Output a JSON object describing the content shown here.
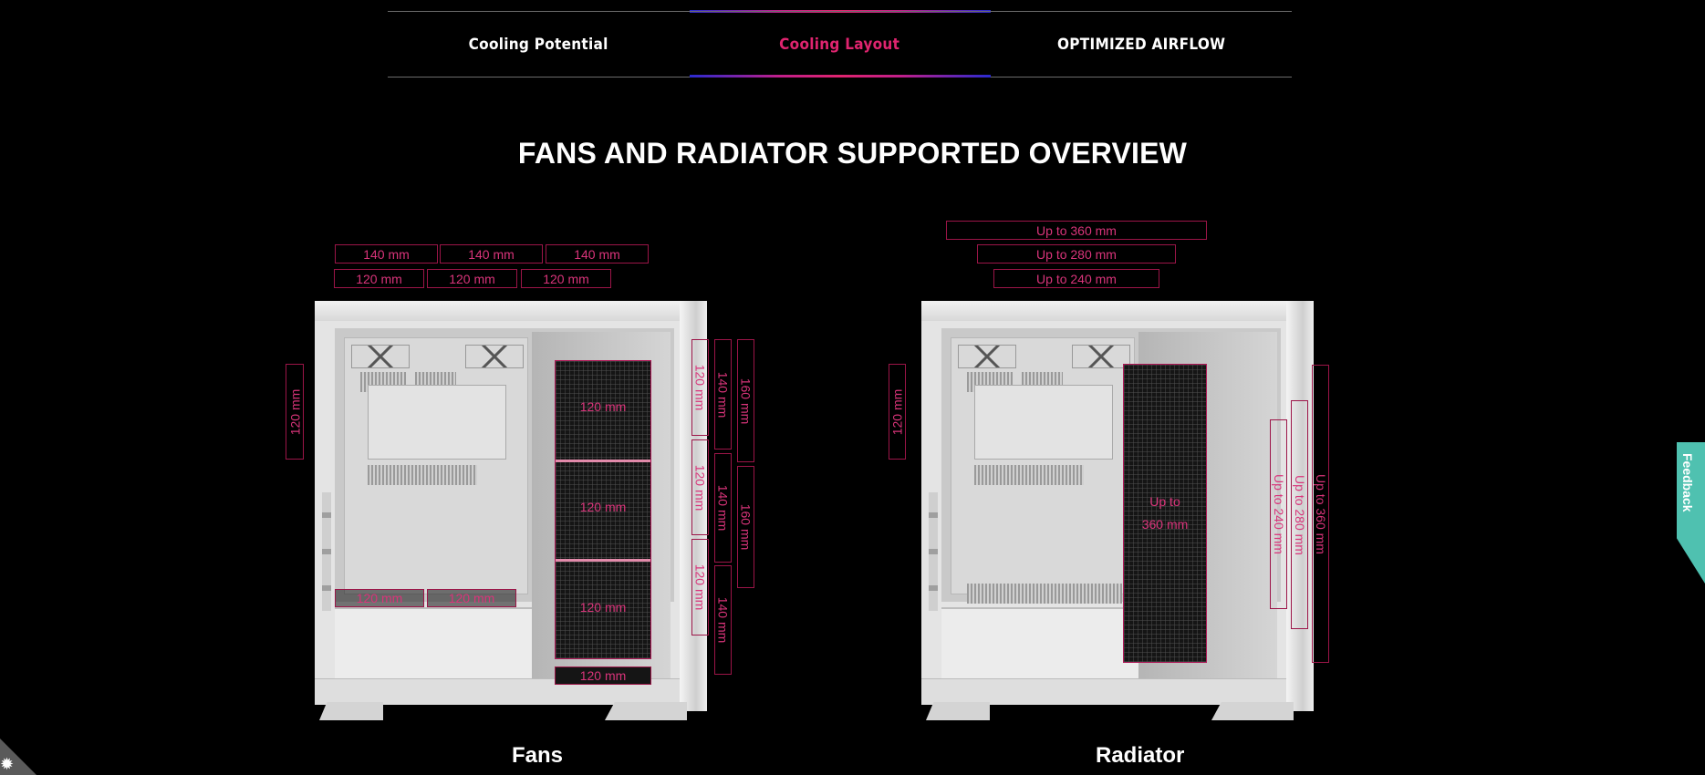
{
  "tabs": [
    {
      "label": "Cooling Potential",
      "active": false
    },
    {
      "label": "Cooling Layout",
      "active": true
    },
    {
      "label": "OPTIMIZED AIRFLOW",
      "active": false
    }
  ],
  "heading": "FANS AND RADIATOR SUPPORTED OVERVIEW",
  "fans": {
    "caption": "Fans",
    "top_140": [
      "140 mm",
      "140 mm",
      "140 mm"
    ],
    "top_120": [
      "120 mm",
      "120 mm",
      "120 mm"
    ],
    "rear": "120 mm",
    "side_front": [
      "120 mm",
      "120 mm",
      "120 mm"
    ],
    "bottom": [
      "120 mm",
      "120 mm"
    ],
    "psu_bottom": "120 mm",
    "front_120": [
      "120 mm",
      "120 mm",
      "120 mm"
    ],
    "front_140": [
      "140 mm",
      "140 mm",
      "140 mm"
    ],
    "front_160": [
      "160 mm",
      "160 mm"
    ]
  },
  "radiator": {
    "caption": "Radiator",
    "top": [
      "Up to 360 mm",
      "Up to 280 mm",
      "Up to 240 mm"
    ],
    "rear": "120 mm",
    "side_line1": "Up to",
    "side_line2": "360 mm",
    "front": [
      "Up to 240 mm",
      "Up to 280 mm",
      "Up to 360 mm"
    ]
  },
  "feedback_label": "Feedback",
  "colors": {
    "accent": "#e0246f",
    "outline": "#9c1548",
    "feedback": "#4fc1b0"
  }
}
